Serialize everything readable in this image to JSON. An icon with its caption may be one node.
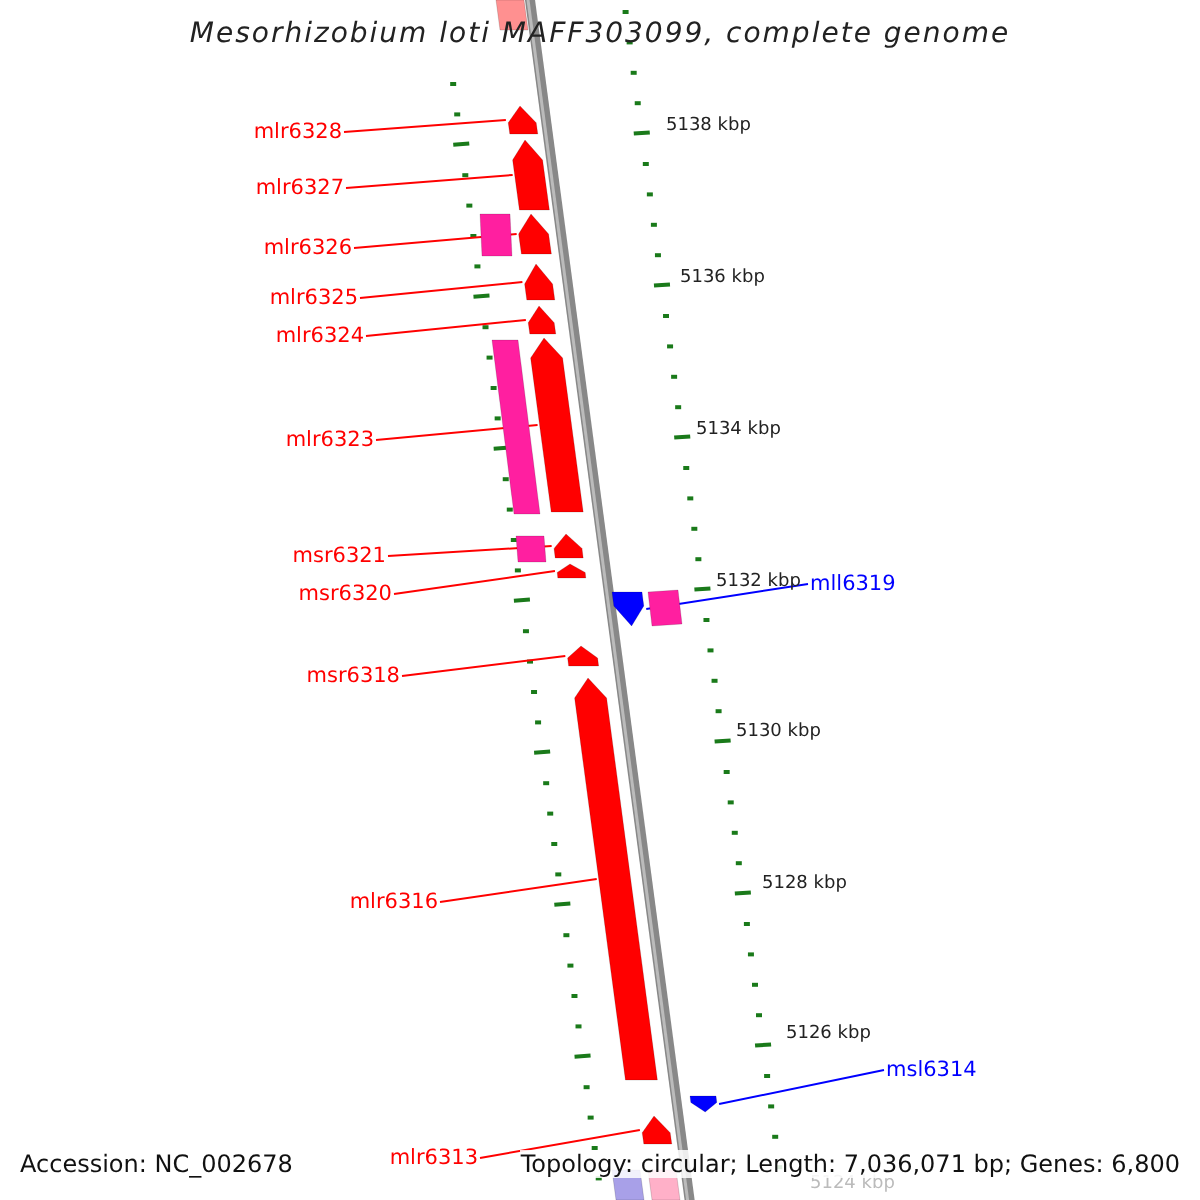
{
  "diagram": {
    "title": "Mesorhizobium loti MAFF303099, complete genome",
    "nodes": [
      {
        "text": [
          "mlr6328"
        ]
      },
      {
        "text": [],
        "shape": "pentagon"
      },
      {
        "text": [
          "mlr6327"
        ]
      },
      {
        "text": [],
        "shape": "pentagon"
      },
      {
        "text": [
          "mlr6326"
        ]
      },
      {
        "text": [],
        "shape": "pentagon"
      },
      {
        "text": [
          "mlr6325"
        ]
      },
      {
        "text": [],
        "shape": "pentagon"
      },
      {
        "text": [
          "mlr6324"
        ]
      },
      {
        "text": [],
        "shape": "pentagon"
      },
      {
        "text": [
          "mlr6323"
        ]
      },
      {
        "text": [],
        "shape": "pentagon"
      },
      {
        "text": [
          "msr6321"
        ]
      },
      {
        "text": [],
        "shape": "pentagon"
      },
      {
        "text": [
          "msr6320"
        ]
      },
      {
        "text": [],
        "shape": "pentagon"
      },
      {
        "text": [
          "mll6319"
        ]
      },
      {
        "text": [],
        "shape": "pentagon"
      },
      {
        "text": [
          "msr6318"
        ]
      },
      {
        "text": [],
        "shape": "pentagon"
      },
      {
        "text": [
          "mlr6316"
        ]
      },
      {
        "text": [],
        "shape": "pentagon"
      },
      {
        "text": [
          "msl6314"
        ]
      },
      {
        "text": [],
        "shape": "pentagon"
      },
      {
        "text": [
          "mlr6313"
        ]
      },
      {
        "text": [],
        "shape": "pentagon"
      },
      {
        "text": [],
        "shape": "box"
      },
      {
        "text": [],
        "shape": "box"
      },
      {
        "text": [],
        "shape": "box"
      },
      {
        "text": [],
        "shape": "box"
      },
      {
        "text": [],
        "shape": "box"
      },
      {
        "text": [],
        "shape": "box"
      },
      {
        "text": [],
        "shape": "box"
      }
    ],
    "edges": [
      {
        "from": 0,
        "to": 1,
        "arrow": "none"
      },
      {
        "from": 2,
        "to": 3,
        "arrow": "none"
      },
      {
        "from": 4,
        "to": 5,
        "arrow": "none"
      },
      {
        "from": 6,
        "to": 7,
        "arrow": "none"
      },
      {
        "from": 8,
        "to": 9,
        "arrow": "none"
      },
      {
        "from": 10,
        "to": 11,
        "arrow": "none"
      },
      {
        "from": 12,
        "to": 13,
        "arrow": "none"
      },
      {
        "from": 14,
        "to": 15,
        "arrow": "none"
      },
      {
        "from": 16,
        "to": 17,
        "arrow": "none",
        "color": "#0000ff"
      },
      {
        "from": 18,
        "to": 19,
        "arrow": "none"
      },
      {
        "from": 20,
        "to": 21,
        "arrow": "none"
      },
      {
        "from": 22,
        "to": 23,
        "arrow": "none",
        "color": "#0000ff"
      },
      {
        "from": 24,
        "to": 25,
        "arrow": "none"
      }
    ],
    "labels": [
      "5138 kbp",
      "5136 kbp",
      "5134 kbp",
      "5132 kbp",
      "5130 kbp",
      "5128 kbp",
      "5126 kbp",
      "5124 kbp",
      "Accession: NC_002678",
      "Topology: circular; Length: 7,036,071 bp; Genes: 6,800"
    ]
  }
}
